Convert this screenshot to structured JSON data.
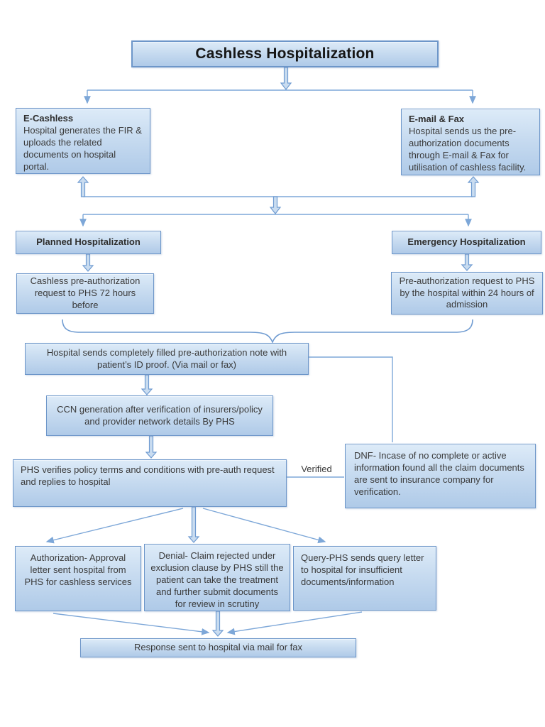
{
  "title": "Cashless Hospitalization",
  "colors": {
    "box_border": "#6d96c9",
    "box_fill_top": "#ddebf8",
    "box_fill_bottom": "#afcae8",
    "connector": "#7da7d8",
    "arrow_fill": "#c9dcf0",
    "text": "#3a3a3a"
  },
  "nodes": {
    "e_cashless": {
      "heading": "E-Cashless",
      "body": "Hospital generates the FIR & uploads the related documents on hospital portal."
    },
    "email_fax": {
      "heading": "E-mail & Fax",
      "body": "Hospital sends us the pre-authorization documents through E-mail & Fax  for utilisation of cashless facility."
    },
    "planned": {
      "label": "Planned Hospitalization"
    },
    "emergency": {
      "label": "Emergency Hospitalization"
    },
    "planned_request": {
      "label": "Cashless pre-authorization request to PHS 72 hours before"
    },
    "emergency_request": {
      "label": "Pre-authorization request to PHS by the hospital within 24 hours of admission"
    },
    "preauth_note": {
      "label": "Hospital sends completely filled pre-authorization note with patient’s ID proof. (Via mail or fax)"
    },
    "ccn": {
      "label": "CCN generation after verification of insurers/policy and provider network details By PHS"
    },
    "phs_verifies": {
      "label": "PHS verifies policy terms and conditions with pre-auth request and replies to hospital"
    },
    "dnf": {
      "label": "DNF- Incase of no complete or active information found all the claim documents are sent to insurance company for verification."
    },
    "authorization": {
      "label": "Authorization- Approval letter sent hospital from PHS for cashless services"
    },
    "denial": {
      "label": "Denial- Claim rejected under exclusion clause by PHS still the patient can take the treatment and further submit documents for review in scrutiny"
    },
    "query": {
      "label": "Query-PHS sends query letter to hospital for insufficient documents/information"
    },
    "response": {
      "label": "Response sent to hospital via mail for fax"
    }
  },
  "edge_labels": {
    "verified": "Verified"
  }
}
